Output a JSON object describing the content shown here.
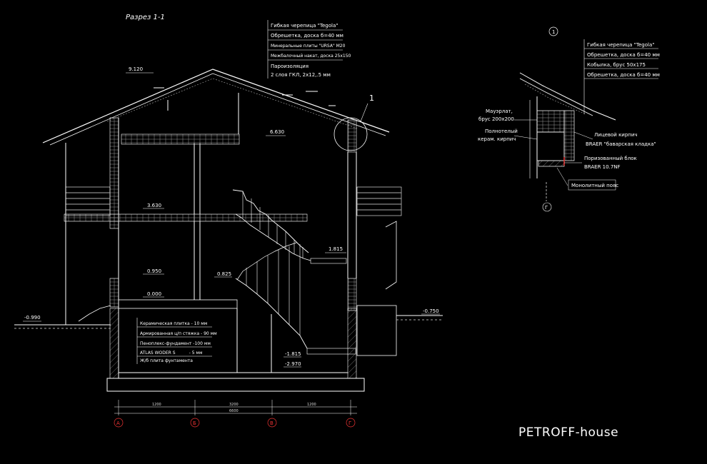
{
  "section_title": "Разрез 1-1",
  "brand": "PETROFF-house",
  "node_number": "1",
  "roof_legend": [
    "Гибкая черепица \"Tegola\"",
    "Обрешетка, доска б=40 мм",
    "Минеральные плиты \"URSA\"  М20",
    "Межбалочный накат, доска 25х150",
    "Пароизоляция",
    "2 слоя ГКЛ, 2х12,.5 мм"
  ],
  "floor_legend": [
    "Керамическая плитка - 10 мм",
    "Армированная ц/п стяжка - 90 мм",
    "Пеноплекс-фундамент  -100 мм",
    "ATLAS WODER S          - 5 мм",
    "Ж/б плита фунтамента"
  ],
  "detail": {
    "marker": "1",
    "axis": "Г",
    "legend": [
      "Гибкая черепица \"Tegola\"",
      "Обрешетка, доска б=40 мм",
      "Кобылка, брус  50х175",
      "Обрешетка, доска б=40 мм"
    ],
    "mauerlat": [
      "Мауэрлат,",
      "брус 200х200"
    ],
    "ceramic": [
      "Полнотелый",
      "керам. кирпич"
    ],
    "facing": [
      "Лицевой кирпич",
      "BRAER \"баварская кладка\""
    ],
    "porous": [
      "Поризованный блок",
      "BRAER 10.7NF"
    ],
    "belt": "Монолитный пояс"
  },
  "levels": {
    "l9120": "9.120",
    "l6630": "6.630",
    "l3630": "3.630",
    "l1815": "1.815",
    "l0950": "0.950",
    "l0825": "0.825",
    "l0000": "0.000",
    "lm0990": "-0.990",
    "lm0750": "-0.750",
    "lm1815": "-1.815",
    "lm2970": "-2.970"
  },
  "dimensions": {
    "d1": "1200",
    "d2": "3200",
    "d3": "1200",
    "total": "6600"
  },
  "axes": [
    "А",
    "Б",
    "В",
    "Г"
  ]
}
